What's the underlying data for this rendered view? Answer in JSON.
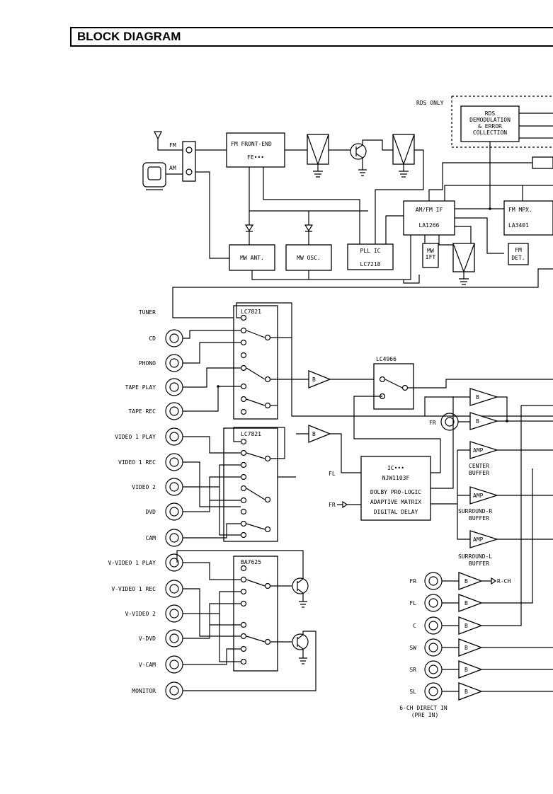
{
  "title": "BLOCK DIAGRAM",
  "tuner": {
    "rds_only": "RDS ONLY",
    "rds_block": [
      "RDS",
      "DEMODULATION",
      "& ERROR",
      "COLLECTION"
    ],
    "fm": "FM",
    "am": "AM",
    "fm_front_end": "FM FRONT-END",
    "fe": "FE•••",
    "am_fm_if": "AM/FM IF",
    "la1266": "LA1266",
    "fm_mpx": "FM MPX.",
    "la3401": "LA3401",
    "mw_ant": "MW ANT.",
    "mw_osc": "MW OSC.",
    "pll_ic": "PLL IC",
    "lc7218": "LC7218",
    "mw_ift": [
      "MW",
      "IFT"
    ],
    "fm_det": [
      "FM",
      "DET."
    ]
  },
  "selectors": {
    "lc7821_a": "LC7821",
    "lc7821_b": "LC7821",
    "ba7625": "BA7625",
    "lc4966": "LC4966"
  },
  "inputs_audio": [
    "TUNER",
    "CD",
    "PHONO",
    "TAPE PLAY",
    "TAPE REC"
  ],
  "inputs_video": [
    "VIDEO 1 PLAY",
    "VIDEO 1 REC",
    "VIDEO 2",
    "DVD",
    "CAM"
  ],
  "inputs_vvideo": [
    "V-VIDEO 1 PLAY",
    "V-VIDEO 1 REC",
    "V-VIDEO 2",
    "V-DVD",
    "V-CAM",
    "MONITOR"
  ],
  "buffer_b": "B",
  "amp": "AMP",
  "fr_jack": "FR",
  "processor": {
    "ic": "IC•••",
    "part": "NJW1103F",
    "line1": "DOLBY PRO-LOGIC",
    "line2": "ADAPTIVE MATRIX",
    "line3": "DIGITAL DELAY",
    "fl_in": "FL",
    "fr_in": "FR"
  },
  "buffers": {
    "center": [
      "CENTER",
      "BUFFER"
    ],
    "surround_r": [
      "SURROUND-R",
      "BUFFER"
    ],
    "surround_l": [
      "SURROUND-L",
      "BUFFER"
    ]
  },
  "direct_in": {
    "channels": [
      "FR",
      "FL",
      "C",
      "SW",
      "SR",
      "SL"
    ],
    "r_ch": "R-CH",
    "caption": [
      "6-CH DIRECT IN",
      "(PRE IN)"
    ]
  }
}
